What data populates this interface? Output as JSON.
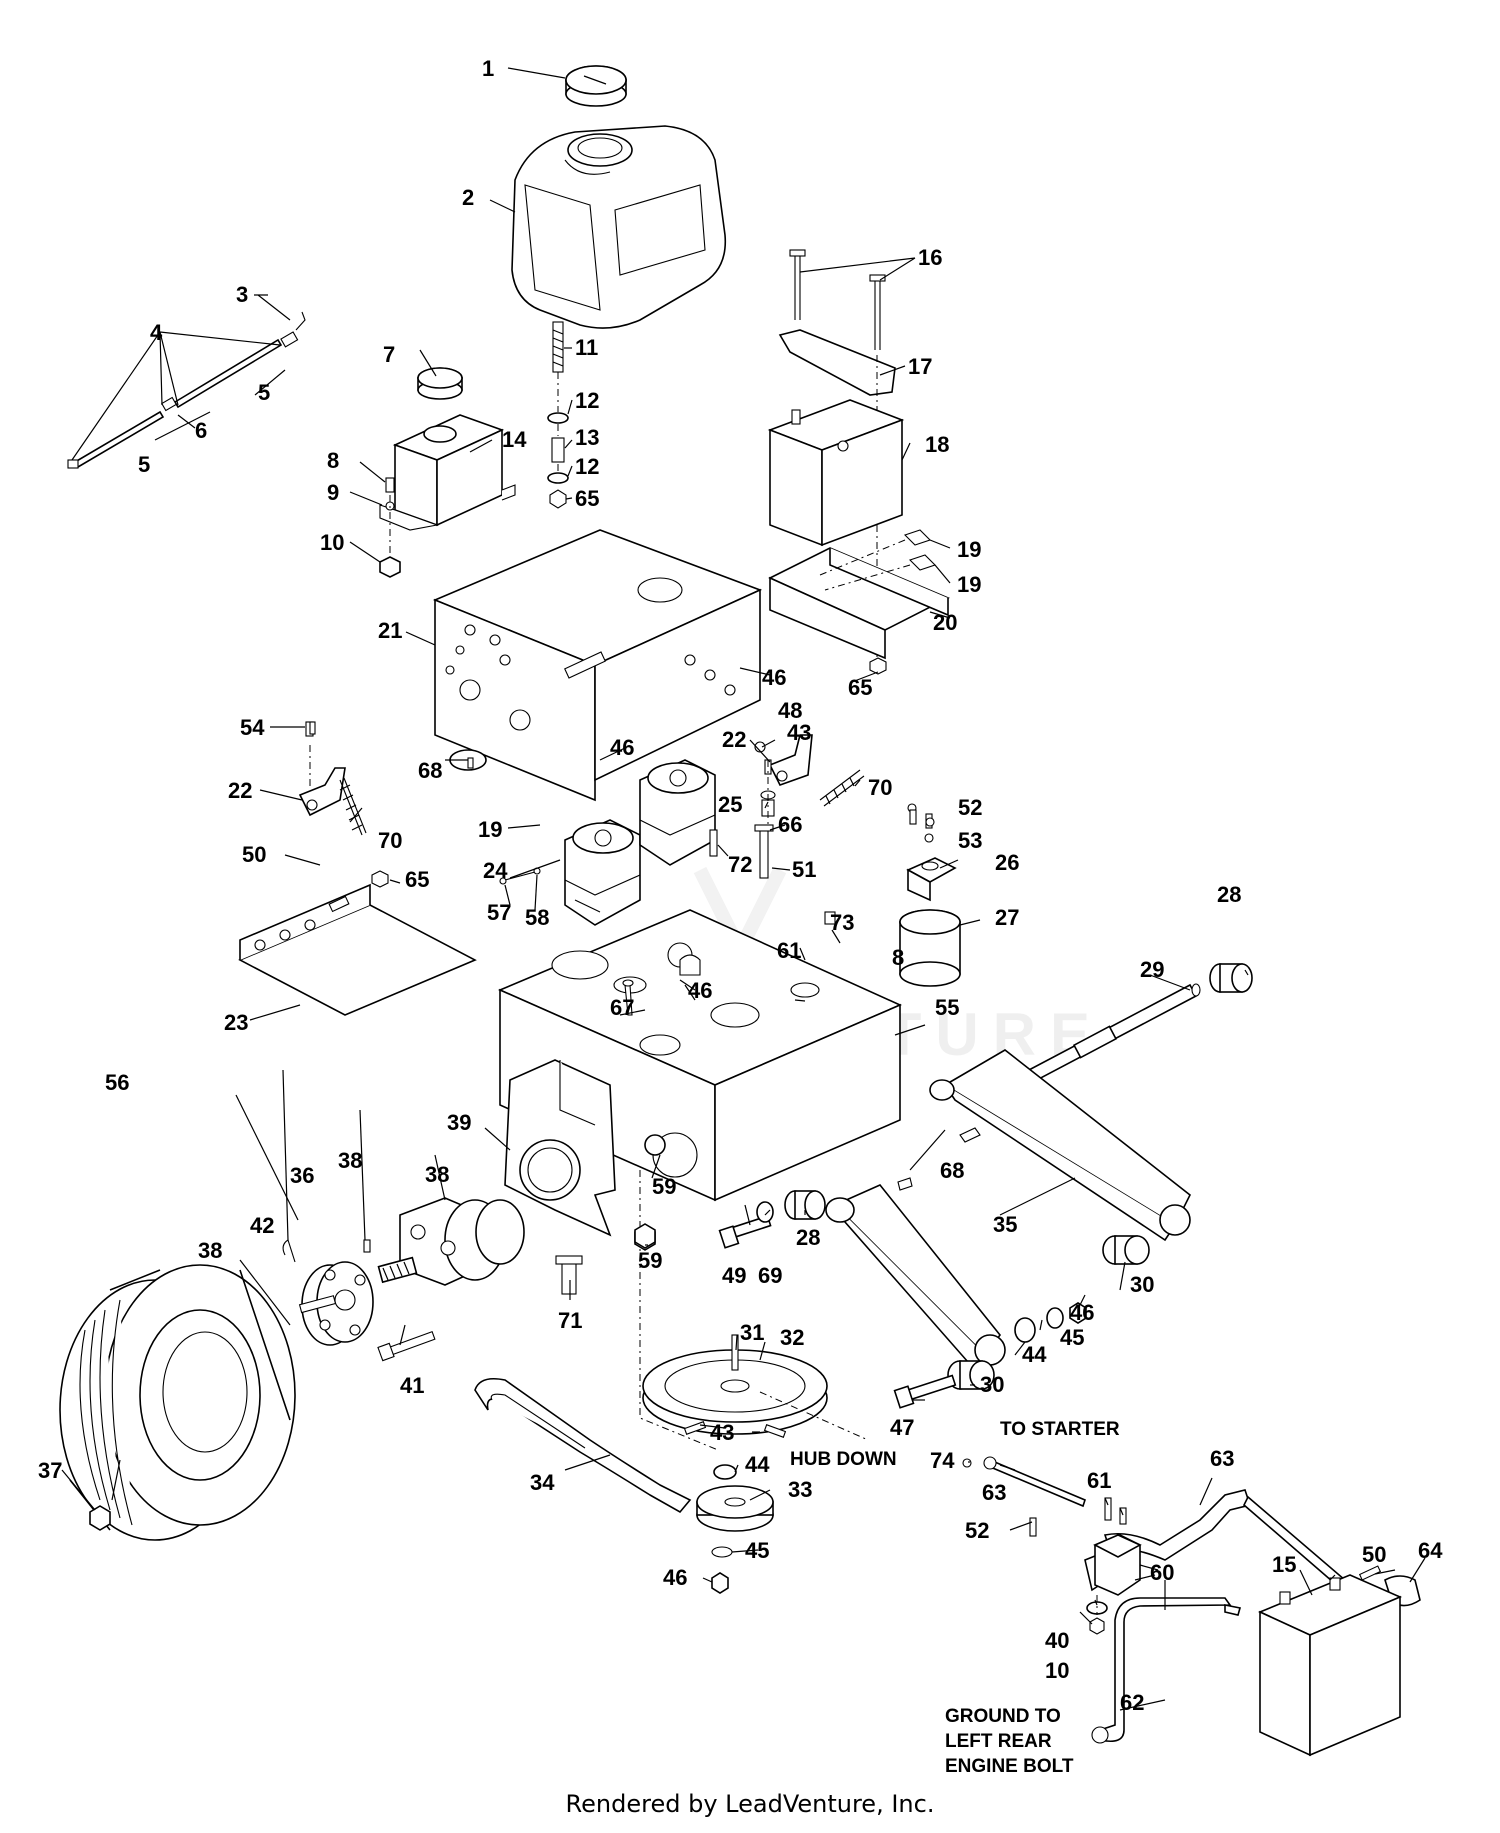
{
  "callouts": [
    {
      "id": "c1",
      "label": "1"
    },
    {
      "id": "c2",
      "label": "2"
    },
    {
      "id": "c3",
      "label": "3"
    },
    {
      "id": "c4",
      "label": "4"
    },
    {
      "id": "c5a",
      "label": "5"
    },
    {
      "id": "c5b",
      "label": "5"
    },
    {
      "id": "c6",
      "label": "6"
    },
    {
      "id": "c7",
      "label": "7"
    },
    {
      "id": "c8a",
      "label": "8"
    },
    {
      "id": "c8b",
      "label": "8"
    },
    {
      "id": "c9",
      "label": "9"
    },
    {
      "id": "c10a",
      "label": "10"
    },
    {
      "id": "c10b",
      "label": "10"
    },
    {
      "id": "c11",
      "label": "11"
    },
    {
      "id": "c12a",
      "label": "12"
    },
    {
      "id": "c12b",
      "label": "12"
    },
    {
      "id": "c13",
      "label": "13"
    },
    {
      "id": "c14",
      "label": "14"
    },
    {
      "id": "c15",
      "label": "15"
    },
    {
      "id": "c16",
      "label": "16"
    },
    {
      "id": "c17",
      "label": "17"
    },
    {
      "id": "c18",
      "label": "18"
    },
    {
      "id": "c19a",
      "label": "19"
    },
    {
      "id": "c19b",
      "label": "19"
    },
    {
      "id": "c19c",
      "label": "19"
    },
    {
      "id": "c20",
      "label": "20"
    },
    {
      "id": "c21",
      "label": "21"
    },
    {
      "id": "c22a",
      "label": "22"
    },
    {
      "id": "c22b",
      "label": "22"
    },
    {
      "id": "c23",
      "label": "23"
    },
    {
      "id": "c24",
      "label": "24"
    },
    {
      "id": "c25",
      "label": "25"
    },
    {
      "id": "c26",
      "label": "26"
    },
    {
      "id": "c27",
      "label": "27"
    },
    {
      "id": "c28a",
      "label": "28"
    },
    {
      "id": "c28b",
      "label": "28"
    },
    {
      "id": "c29",
      "label": "29"
    },
    {
      "id": "c30a",
      "label": "30"
    },
    {
      "id": "c30b",
      "label": "30"
    },
    {
      "id": "c31",
      "label": "31"
    },
    {
      "id": "c32",
      "label": "32"
    },
    {
      "id": "c33",
      "label": "33"
    },
    {
      "id": "c34",
      "label": "34"
    },
    {
      "id": "c35",
      "label": "35"
    },
    {
      "id": "c36",
      "label": "36"
    },
    {
      "id": "c37",
      "label": "37"
    },
    {
      "id": "c38a",
      "label": "38"
    },
    {
      "id": "c38b",
      "label": "38"
    },
    {
      "id": "c38c",
      "label": "38"
    },
    {
      "id": "c39",
      "label": "39"
    },
    {
      "id": "c40",
      "label": "40"
    },
    {
      "id": "c41",
      "label": "41"
    },
    {
      "id": "c42",
      "label": "42"
    },
    {
      "id": "c43a",
      "label": "43"
    },
    {
      "id": "c43b",
      "label": "43"
    },
    {
      "id": "c44a",
      "label": "44"
    },
    {
      "id": "c44b",
      "label": "44"
    },
    {
      "id": "c45a",
      "label": "45"
    },
    {
      "id": "c45b",
      "label": "45"
    },
    {
      "id": "c46a",
      "label": "46"
    },
    {
      "id": "c46b",
      "label": "46"
    },
    {
      "id": "c46c",
      "label": "46"
    },
    {
      "id": "c46d",
      "label": "46"
    },
    {
      "id": "c46e",
      "label": "46"
    },
    {
      "id": "c47",
      "label": "47"
    },
    {
      "id": "c48",
      "label": "48"
    },
    {
      "id": "c49",
      "label": "49"
    },
    {
      "id": "c50a",
      "label": "50"
    },
    {
      "id": "c50b",
      "label": "50"
    },
    {
      "id": "c51",
      "label": "51"
    },
    {
      "id": "c52a",
      "label": "52"
    },
    {
      "id": "c52b",
      "label": "52"
    },
    {
      "id": "c53",
      "label": "53"
    },
    {
      "id": "c54",
      "label": "54"
    },
    {
      "id": "c55",
      "label": "55"
    },
    {
      "id": "c56",
      "label": "56"
    },
    {
      "id": "c57",
      "label": "57"
    },
    {
      "id": "c58",
      "label": "58"
    },
    {
      "id": "c59a",
      "label": "59"
    },
    {
      "id": "c59b",
      "label": "59"
    },
    {
      "id": "c60",
      "label": "60"
    },
    {
      "id": "c61a",
      "label": "61"
    },
    {
      "id": "c61b",
      "label": "61"
    },
    {
      "id": "c62",
      "label": "62"
    },
    {
      "id": "c63a",
      "label": "63"
    },
    {
      "id": "c63b",
      "label": "63"
    },
    {
      "id": "c64",
      "label": "64"
    },
    {
      "id": "c65a",
      "label": "65"
    },
    {
      "id": "c65b",
      "label": "65"
    },
    {
      "id": "c65c",
      "label": "65"
    },
    {
      "id": "c66",
      "label": "66"
    },
    {
      "id": "c67",
      "label": "67"
    },
    {
      "id": "c68a",
      "label": "68"
    },
    {
      "id": "c68b",
      "label": "68"
    },
    {
      "id": "c69",
      "label": "69"
    },
    {
      "id": "c70a",
      "label": "70"
    },
    {
      "id": "c70b",
      "label": "70"
    },
    {
      "id": "c71",
      "label": "71"
    },
    {
      "id": "c72",
      "label": "72"
    },
    {
      "id": "c73",
      "label": "73"
    },
    {
      "id": "c74",
      "label": "74"
    }
  ],
  "notes": {
    "hub_down": "HUB DOWN",
    "to_starter": "TO STARTER",
    "ground_line1": "GROUND TO",
    "ground_line2": "LEFT REAR",
    "ground_line3": "ENGINE BOLT"
  },
  "watermark": "LEADVENTURE",
  "footer": "Rendered by LeadVenture, Inc."
}
